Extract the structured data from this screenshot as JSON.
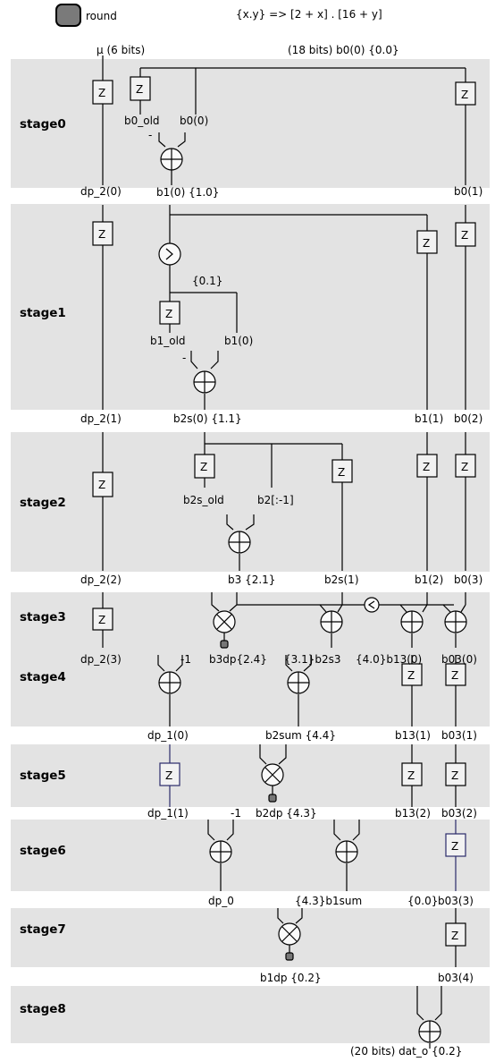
{
  "legend": {
    "round_label": "round",
    "formula": "{x.y} => [2 + x] . [16 + y]"
  },
  "stages": [
    "stage0",
    "stage1",
    "stage2",
    "stage3",
    "stage4",
    "stage5",
    "stage6",
    "stage7",
    "stage8"
  ],
  "inputs": {
    "mu": "μ (6 bits)",
    "b0": "(18 bits) b0(0) {0.0}"
  },
  "z": "Z",
  "minus": "-",
  "labels": {
    "s0": [
      "b0_old",
      "b0(0)",
      "dp_2(0)",
      "b1(0) {1.0}",
      "b0(1)"
    ],
    "s1": [
      "{0.1}",
      "b1_old",
      "b1(0)",
      "dp_2(1)",
      "b2s(0) {1.1}",
      "b1(1)",
      "b0(2)"
    ],
    "s2": [
      "b2s_old",
      "b2[:-1]",
      "dp_2(2)",
      "b3 {2.1}",
      "b2s(1)",
      "b1(2)",
      "b0(3)"
    ],
    "s3": [
      "dp_2(3)",
      "-1",
      "b3dp{2.4}",
      "{3.1}b2s3",
      "{4.0}b13(0)",
      "b03(0)"
    ],
    "s4": [
      "dp_1(0)",
      "b2sum {4.4}",
      "b13(1)",
      "b03(1)"
    ],
    "s5": [
      "dp_1(1)",
      "-1",
      "b2dp {4.3}",
      "b13(2)",
      "b03(2)"
    ],
    "s6": [
      "dp_0",
      "{4.3}b1sum",
      "{0.0}",
      "b03(3)"
    ],
    "s7": [
      "b1dp {0.2}",
      "b03(4)"
    ],
    "s8": [
      "(20 bits) dat_o {0.2}"
    ]
  }
}
